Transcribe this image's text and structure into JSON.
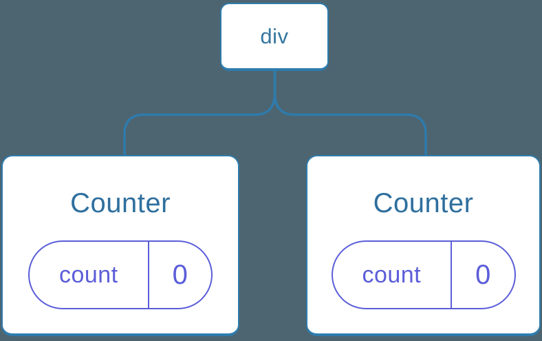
{
  "tree": {
    "root": {
      "label": "div"
    },
    "children": [
      {
        "label": "Counter",
        "state_key": "count",
        "state_value": "0"
      },
      {
        "label": "Counter",
        "state_key": "count",
        "state_value": "0"
      }
    ]
  },
  "colors": {
    "background": "#4d6571",
    "node_fill": "#ffffff",
    "node_border": "#2e7bac",
    "connector": "#2e7bac",
    "root_label_color": "#35779f",
    "component_label_color": "#2e6f9e",
    "state_accent": "#5b5dd8"
  }
}
